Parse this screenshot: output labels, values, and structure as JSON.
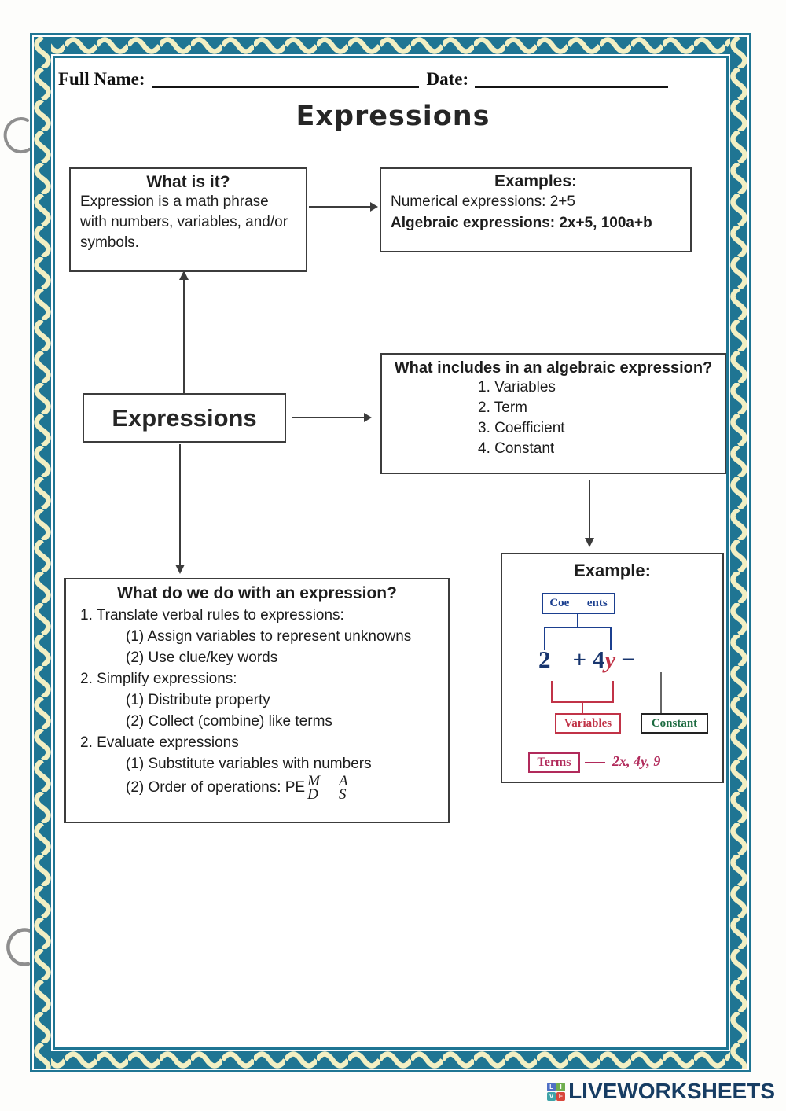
{
  "header": {
    "full_name_label": "Full Name:",
    "date_label": "Date:",
    "title": "Expressions"
  },
  "what_is_it": {
    "title": "What is it?",
    "body": "Expression is a math phrase with numbers, variables, and/or symbols."
  },
  "examples": {
    "title": "Examples:",
    "numerical": "Numerical expressions: 2+5",
    "algebraic": "Algebraic expressions: 2x+5, 100a+b"
  },
  "root_node": {
    "label": "Expressions"
  },
  "what_includes": {
    "title": "What includes in an algebraic expression?",
    "items": [
      "1. Variables",
      "2. Term",
      "3. Coefficient",
      "4. Constant"
    ]
  },
  "what_do": {
    "title": "What do we do with an expression?",
    "lines": [
      "1. Translate verbal rules to expressions:",
      "(1) Assign variables to represent unknowns",
      "(2) Use clue/key words",
      "2. Simplify expressions:",
      "(1) Distribute property",
      "(2) Collect (combine) like terms",
      "2. Evaluate expressions",
      "(1) Substitute variables with numbers"
    ],
    "order_line_prefix": "(2) Order of operations: PE",
    "pemdas": {
      "m": "M",
      "d": "D",
      "a": "A",
      "s": "S"
    }
  },
  "example_box": {
    "title": "Example:",
    "coefficients_label": "Coe      ents",
    "expression": {
      "first": "2",
      "plus_four": "+ 4",
      "y": "y",
      "minus": "−"
    },
    "variables_label": "Variables",
    "constant_label": "Constant",
    "terms_label": "Terms",
    "terms_values": "2x, 4y, 9"
  },
  "footer": {
    "brand": "LIVEWORKSHEETS",
    "logo_letters": [
      "L",
      "I",
      "V",
      "E"
    ]
  },
  "colors": {
    "border_teal": "#1f7593",
    "border_cream": "#f2efc3",
    "navy": "#1b3f8f",
    "crimson": "#c13347",
    "terms_crimson": "#b12a5b",
    "constant_green": "#1c6b40",
    "brand_navy": "#173d63"
  }
}
